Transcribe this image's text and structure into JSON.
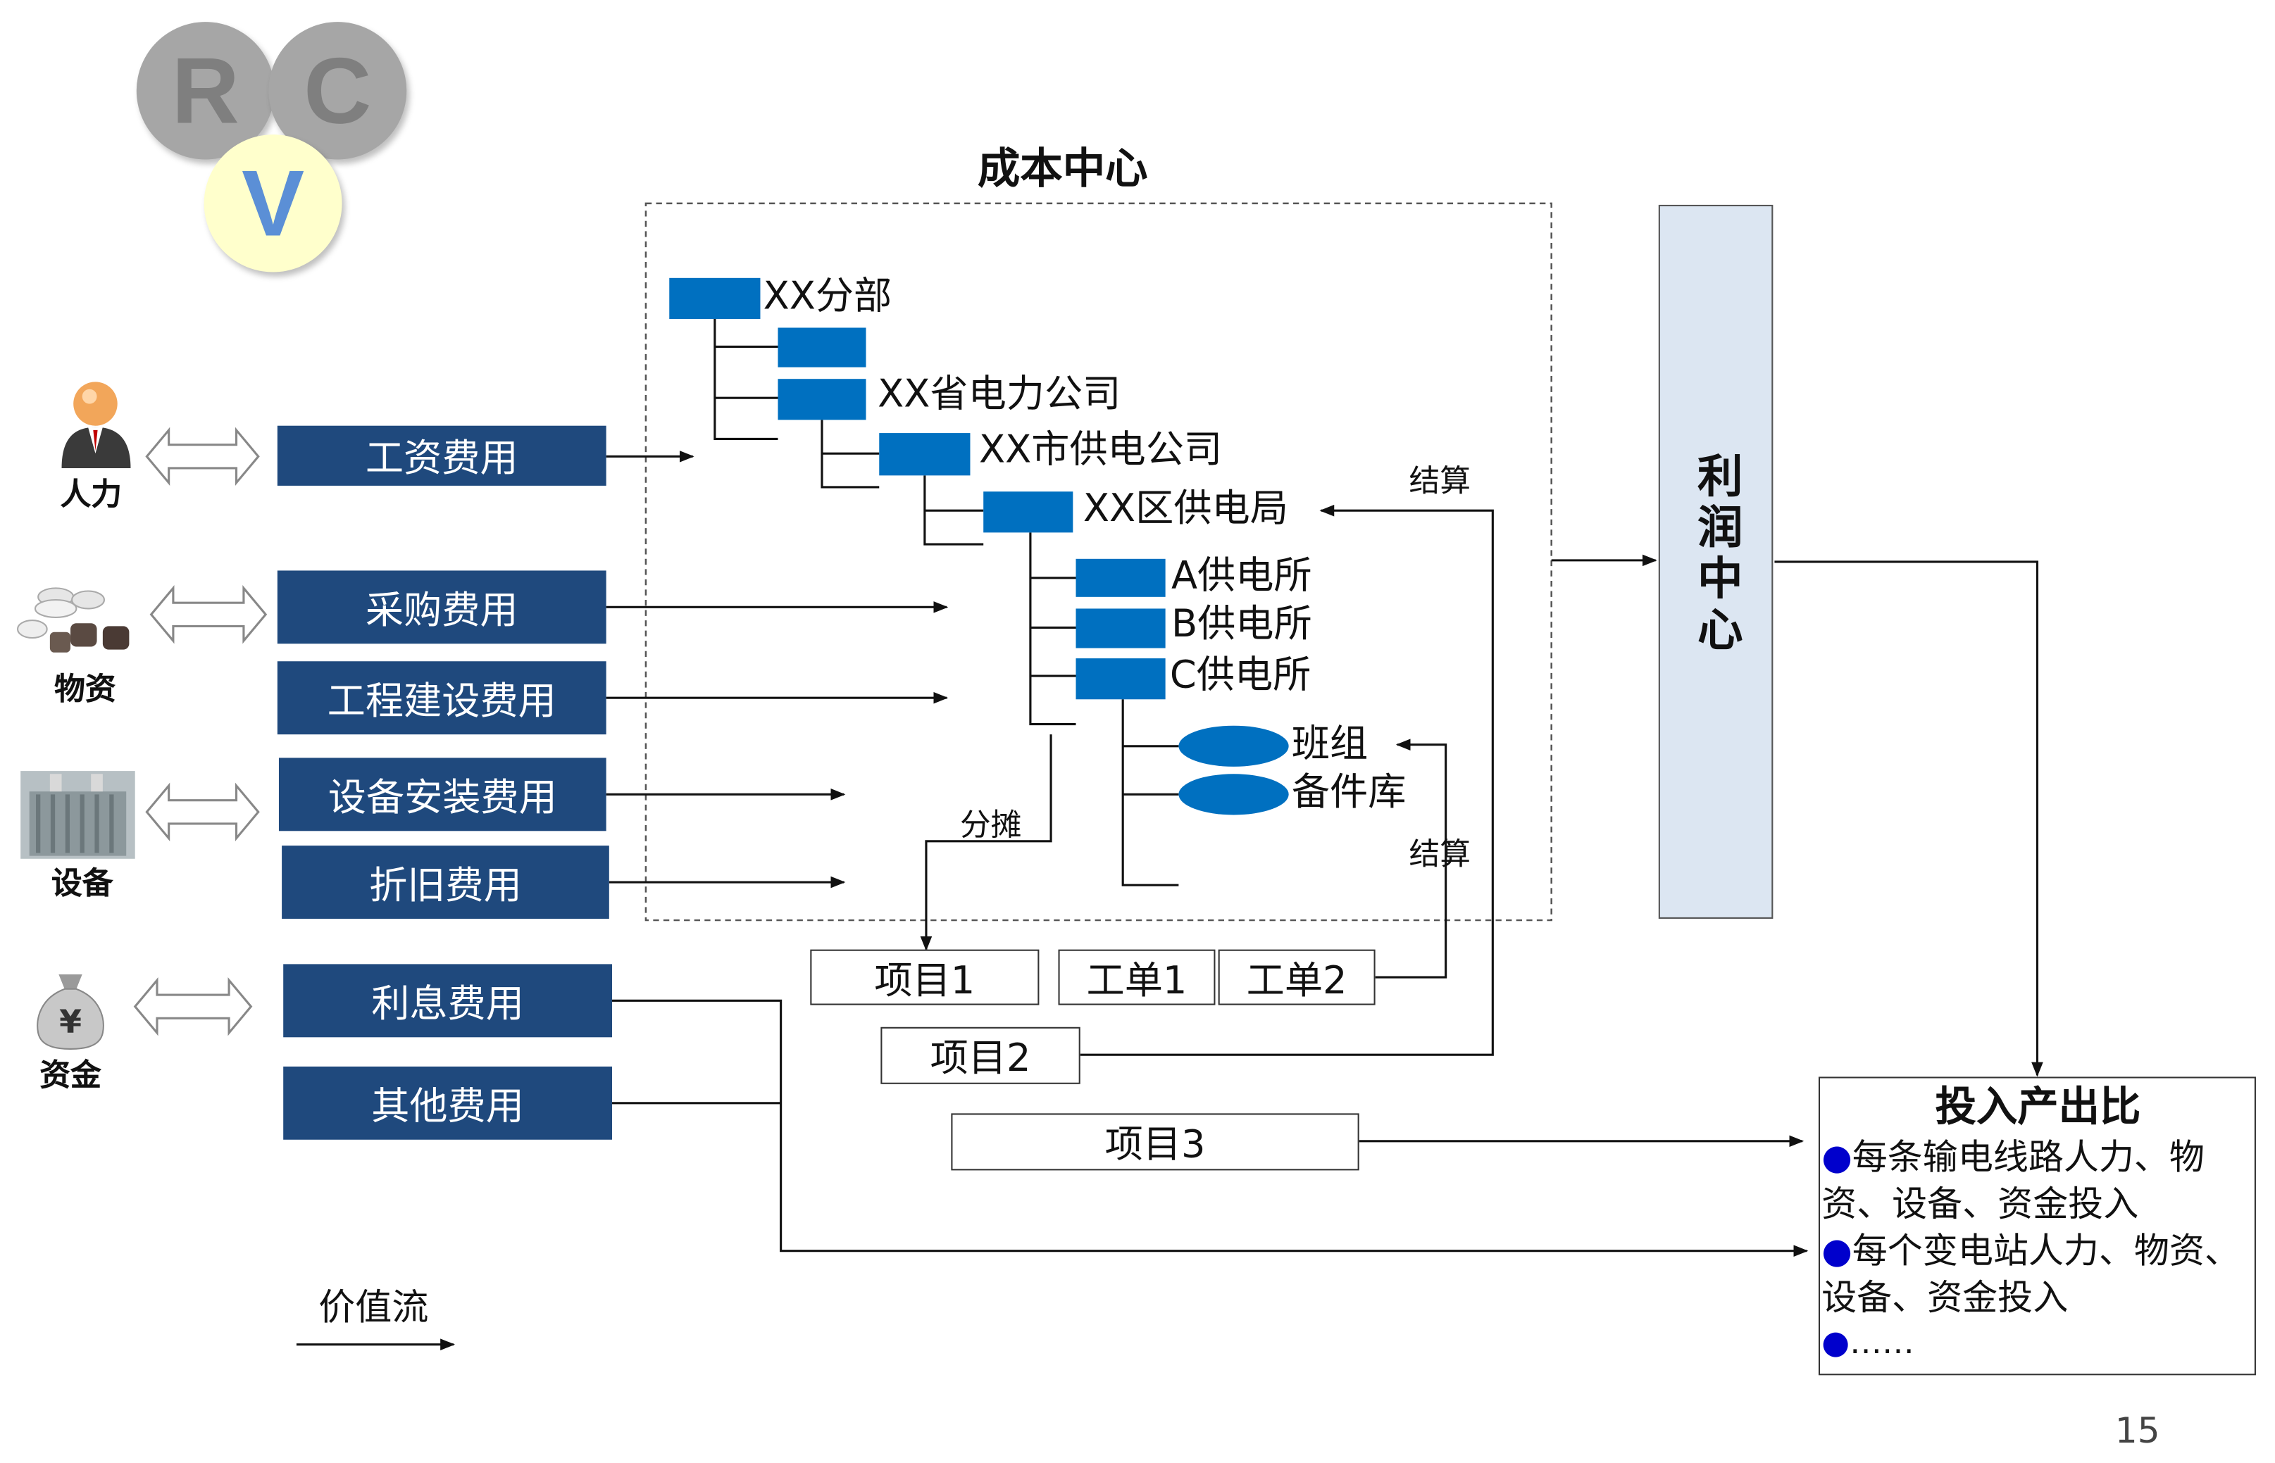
{
  "logo": {
    "r": "R",
    "c": "C",
    "v": "V"
  },
  "title": "成本中心",
  "resources": [
    {
      "label": "人力",
      "icon": "person-icon"
    },
    {
      "label": "物资",
      "icon": "materials-icon"
    },
    {
      "label": "设备",
      "icon": "transformer-icon"
    },
    {
      "label": "资金",
      "icon": "money-bag-icon"
    }
  ],
  "costs": [
    "工资费用",
    "采购费用",
    "工程建设费用",
    "设备安装费用",
    "折旧费用",
    "利息费用",
    "其他费用"
  ],
  "org": {
    "branch": "XX分部",
    "province": "XX省电力公司",
    "city": "XX市供电公司",
    "district": "XX区供电局",
    "station_a": "A供电所",
    "station_b": "B供电所",
    "station_c": "C供电所",
    "team": "班组",
    "spares": "备件库"
  },
  "edge_labels": {
    "settle_1": "结算",
    "settle_2": "结算",
    "allocate": "分摊"
  },
  "projects": {
    "p1": "项目1",
    "w1": "工单1",
    "w2": "工单2",
    "p2": "项目2",
    "p3": "项目3"
  },
  "profit_center": "利润中心",
  "roi": {
    "title": "投入产出比",
    "items": [
      "每条输电线路人力、物资、设备、资金投入",
      "每个变电站人力、物资、设备、资金投入",
      "……"
    ]
  },
  "legend": "价值流",
  "page_number": "15",
  "colors": {
    "cost_box": "#1f497d",
    "org_blue": "#0070c0",
    "profit_fill": "#dce6f2",
    "bullet": "#0000cc"
  }
}
